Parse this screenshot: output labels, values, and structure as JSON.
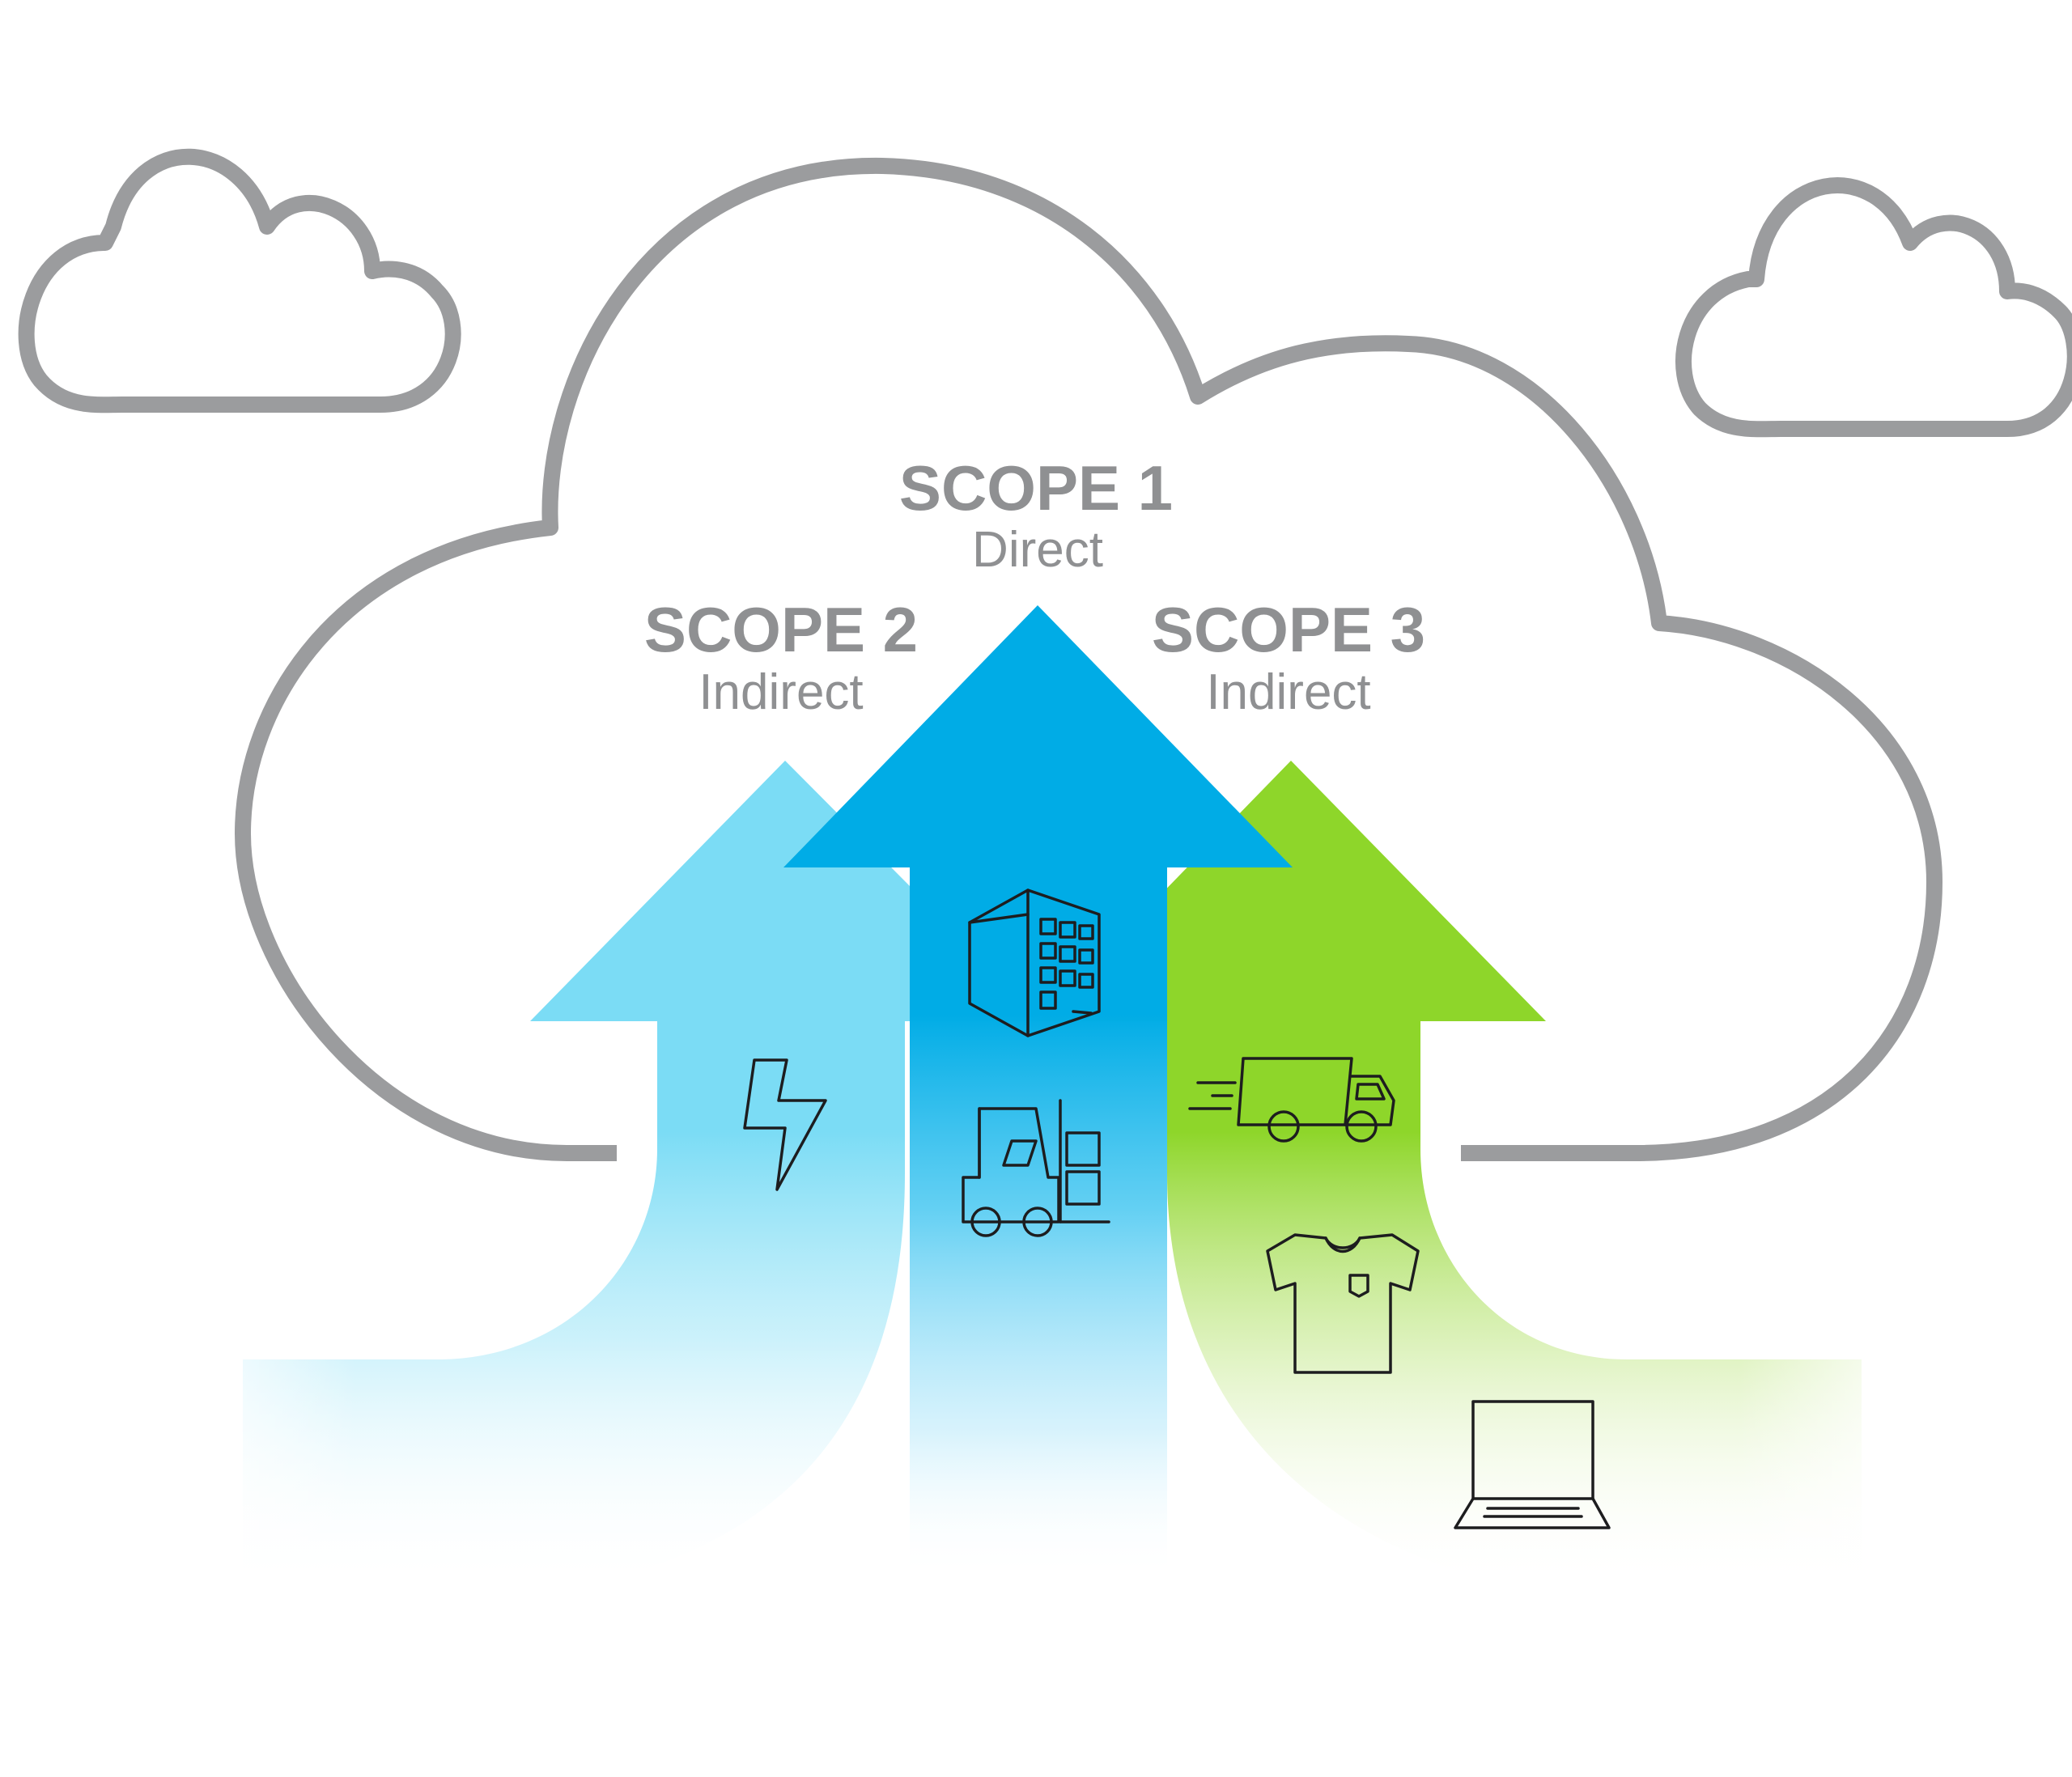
{
  "scopes": [
    {
      "title": "SCOPE 1",
      "subtitle": "Direct",
      "color": "#00ace6",
      "icons": [
        "building-icon",
        "forklift-icon"
      ]
    },
    {
      "title": "SCOPE 2",
      "subtitle": "Indirect",
      "color": "#7bdcf5",
      "icons": [
        "lightning-bolt-icon"
      ]
    },
    {
      "title": "SCOPE 3",
      "subtitle": "Indirect",
      "color": "#8ed62a",
      "icons": [
        "delivery-truck-icon",
        "t-shirt-icon",
        "laptop-icon"
      ]
    }
  ],
  "colors": {
    "cloud_outline": "#9b9c9e",
    "label_text": "#8f9092",
    "icon_line": "#1d1d1f"
  }
}
